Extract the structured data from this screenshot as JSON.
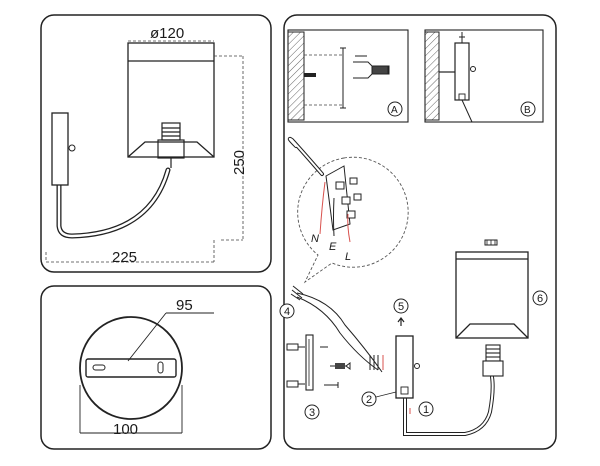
{
  "dimensions": {
    "shade_diameter": "ø120",
    "height": "250",
    "projection": "225",
    "plate_width": "95",
    "plate_diameter": "100"
  },
  "wiring": {
    "neutral": "N",
    "earth": "E",
    "live": "L"
  },
  "steps": {
    "a": "A",
    "b": "B",
    "s1": "1",
    "s2": "2",
    "s3": "3",
    "s4": "4",
    "s5": "5",
    "s6": "6"
  }
}
